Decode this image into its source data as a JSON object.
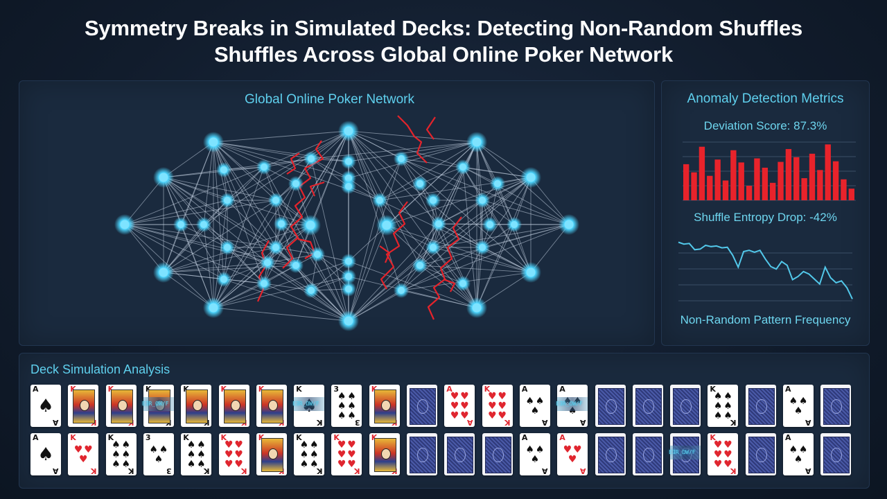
{
  "title": {
    "line1": "Symmetry Breaks in Simulated Decks: Detecting Non-Random Shuffles",
    "line2": "Shuffles Across Global Online Poker Network"
  },
  "network": {
    "heading": "Global Online Poker Network"
  },
  "metrics": {
    "heading": "Anomaly Detection Metrics",
    "deviation_label": "Deviation Score: 87.3%",
    "entropy_label": "Shuffle Entropy Drop: -42%",
    "frequency_label": "Non-Random Pattern Frequency",
    "bar_color": "#e8232b",
    "line_color": "#52c8ea",
    "bar_values": [
      0.62,
      0.48,
      0.92,
      0.42,
      0.7,
      0.34,
      0.86,
      0.65,
      0.25,
      0.72,
      0.56,
      0.3,
      0.66,
      0.88,
      0.74,
      0.38,
      0.8,
      0.52,
      0.96,
      0.67,
      0.36,
      0.2
    ],
    "line_values": [
      0.95,
      0.92,
      0.93,
      0.83,
      0.84,
      0.9,
      0.88,
      0.89,
      0.86,
      0.87,
      0.74,
      0.55,
      0.8,
      0.82,
      0.79,
      0.82,
      0.68,
      0.56,
      0.52,
      0.64,
      0.58,
      0.35,
      0.4,
      0.48,
      0.44,
      0.36,
      0.28,
      0.55,
      0.38,
      0.3,
      0.33,
      0.22,
      0.04
    ]
  },
  "deck": {
    "heading": "Deck Simulation Analysis",
    "glitch_text": "E∃R_ΩW/F",
    "row1": [
      {
        "type": "pip",
        "rank": "A",
        "suit": "♠",
        "color": "black",
        "count": 1
      },
      {
        "type": "face",
        "rank": "K",
        "suit": "♥",
        "color": "red"
      },
      {
        "type": "face",
        "rank": "K",
        "suit": "♥",
        "color": "red"
      },
      {
        "type": "face",
        "rank": "K",
        "suit": "♠",
        "color": "black",
        "glitch": true
      },
      {
        "type": "face",
        "rank": "K",
        "suit": "♠",
        "color": "black"
      },
      {
        "type": "face",
        "rank": "K",
        "suit": "♥",
        "color": "red"
      },
      {
        "type": "face",
        "rank": "K",
        "suit": "♥",
        "color": "red"
      },
      {
        "type": "pip",
        "rank": "K",
        "suit": "♠",
        "color": "black",
        "count": 1,
        "glitch": true
      },
      {
        "type": "pip",
        "rank": "3",
        "suit": "♠",
        "color": "black",
        "count": 6
      },
      {
        "type": "face",
        "rank": "K",
        "suit": "♥",
        "color": "red"
      },
      {
        "type": "back"
      },
      {
        "type": "pip",
        "rank": "A",
        "suit": "♥",
        "color": "red",
        "count": 6
      },
      {
        "type": "pip",
        "rank": "K",
        "suit": "♥",
        "color": "red",
        "count": 6
      },
      {
        "type": "pip",
        "rank": "A",
        "suit": "♠",
        "color": "black",
        "count": 3
      },
      {
        "type": "pip",
        "rank": "A",
        "suit": "♠",
        "color": "black",
        "count": 3,
        "glitch": true
      },
      {
        "type": "back"
      },
      {
        "type": "back"
      },
      {
        "type": "back"
      },
      {
        "type": "pip",
        "rank": "K",
        "suit": "♠",
        "color": "black",
        "count": 6
      },
      {
        "type": "back"
      },
      {
        "type": "pip",
        "rank": "A",
        "suit": "♠",
        "color": "black",
        "count": 3
      },
      {
        "type": "back"
      }
    ],
    "row2": [
      {
        "type": "pip",
        "rank": "A",
        "suit": "♠",
        "color": "black",
        "count": 1
      },
      {
        "type": "pip",
        "rank": "K",
        "suit": "♥",
        "color": "red",
        "count": 3
      },
      {
        "type": "pip",
        "rank": "K",
        "suit": "♠",
        "color": "black",
        "count": 6
      },
      {
        "type": "pip",
        "rank": "3",
        "suit": "♠",
        "color": "black",
        "count": 3
      },
      {
        "type": "pip",
        "rank": "K",
        "suit": "♠",
        "color": "black",
        "count": 6
      },
      {
        "type": "pip",
        "rank": "K",
        "suit": "♥",
        "color": "red",
        "count": 6
      },
      {
        "type": "face",
        "rank": "K",
        "suit": "♥",
        "color": "red"
      },
      {
        "type": "pip",
        "rank": "K",
        "suit": "♠",
        "color": "black",
        "count": 6
      },
      {
        "type": "pip",
        "rank": "K",
        "suit": "♥",
        "color": "red",
        "count": 6
      },
      {
        "type": "face",
        "rank": "K",
        "suit": "♥",
        "color": "red"
      },
      {
        "type": "back"
      },
      {
        "type": "back"
      },
      {
        "type": "back"
      },
      {
        "type": "pip",
        "rank": "A",
        "suit": "♠",
        "color": "black",
        "count": 3
      },
      {
        "type": "pip",
        "rank": "A",
        "suit": "♥",
        "color": "red",
        "count": 3
      },
      {
        "type": "back"
      },
      {
        "type": "back"
      },
      {
        "type": "back",
        "glitch": true
      },
      {
        "type": "pip",
        "rank": "K",
        "suit": "♥",
        "color": "red",
        "count": 6
      },
      {
        "type": "back"
      },
      {
        "type": "pip",
        "rank": "A",
        "suit": "♠",
        "color": "black",
        "count": 3
      },
      {
        "type": "back"
      }
    ]
  }
}
